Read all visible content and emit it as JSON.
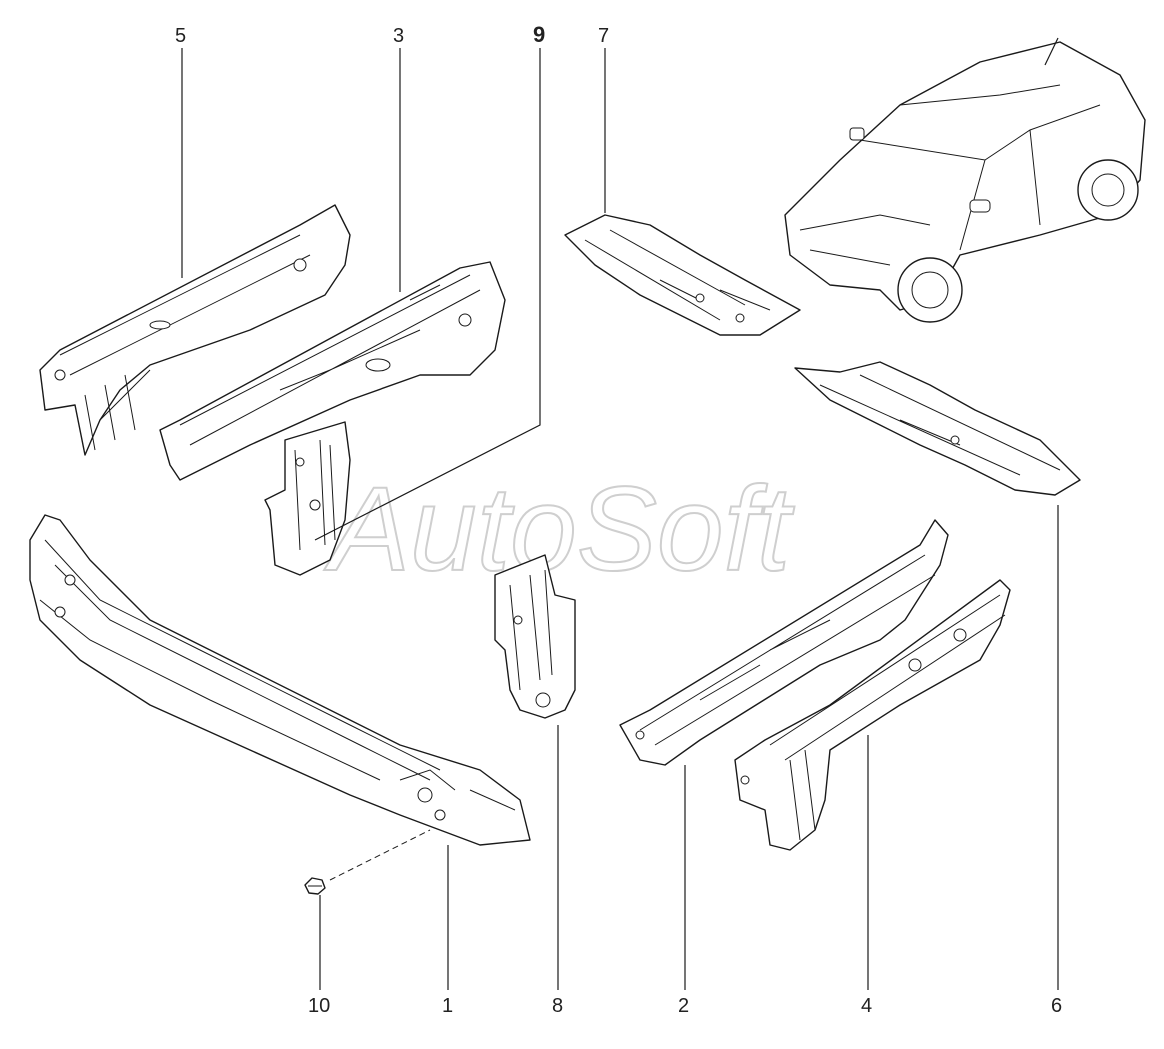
{
  "diagram": {
    "callouts": [
      {
        "id": "c5",
        "label": "5"
      },
      {
        "id": "c3",
        "label": "3"
      },
      {
        "id": "c9",
        "label": "9"
      },
      {
        "id": "c7",
        "label": "7"
      },
      {
        "id": "c10",
        "label": "10"
      },
      {
        "id": "c1",
        "label": "1"
      },
      {
        "id": "c8",
        "label": "8"
      },
      {
        "id": "c2",
        "label": "2"
      },
      {
        "id": "c4",
        "label": "4"
      },
      {
        "id": "c6",
        "label": "6"
      }
    ],
    "watermark": "AutoSoft"
  }
}
